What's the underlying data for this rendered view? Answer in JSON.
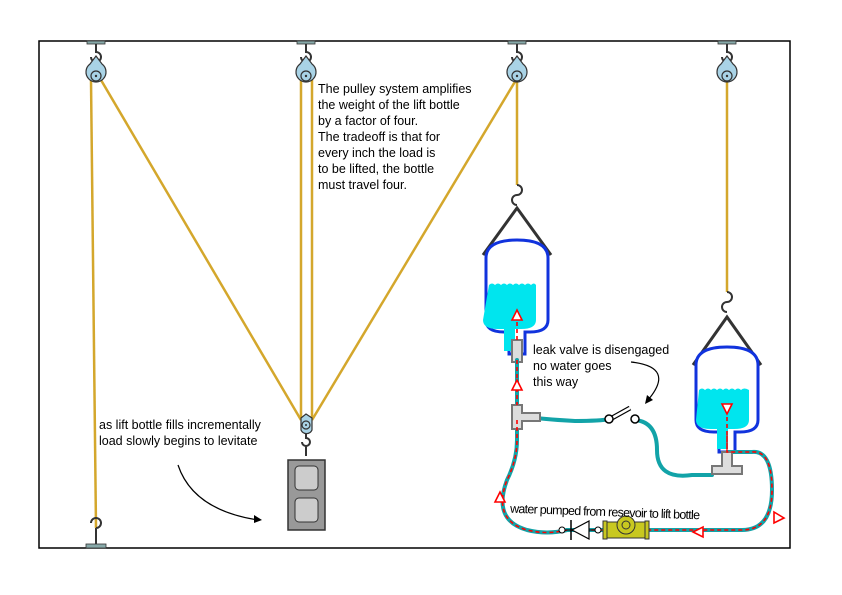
{
  "annotations": {
    "pulley_note": [
      "The pulley system amplifies",
      "the weight of the lift bottle",
      "by a factor of four.",
      "The tradeoff is that for",
      "every inch the load is",
      "to be lifted, the bottle",
      "must travel four."
    ],
    "levitate_note": [
      "as lift bottle fills incrementally",
      "load slowly begins to levitate"
    ],
    "valve_note": [
      "leak valve is disengaged",
      "no water goes",
      "this way"
    ],
    "pump_label": "water pumped from resevoir to lift bottle"
  },
  "colors": {
    "rope": "#d4a72c",
    "hose": "#12a3a8",
    "flow": "#ff0000",
    "water": "#00e5ee",
    "bottle": "#1133dd",
    "pump": "#c8c820"
  }
}
